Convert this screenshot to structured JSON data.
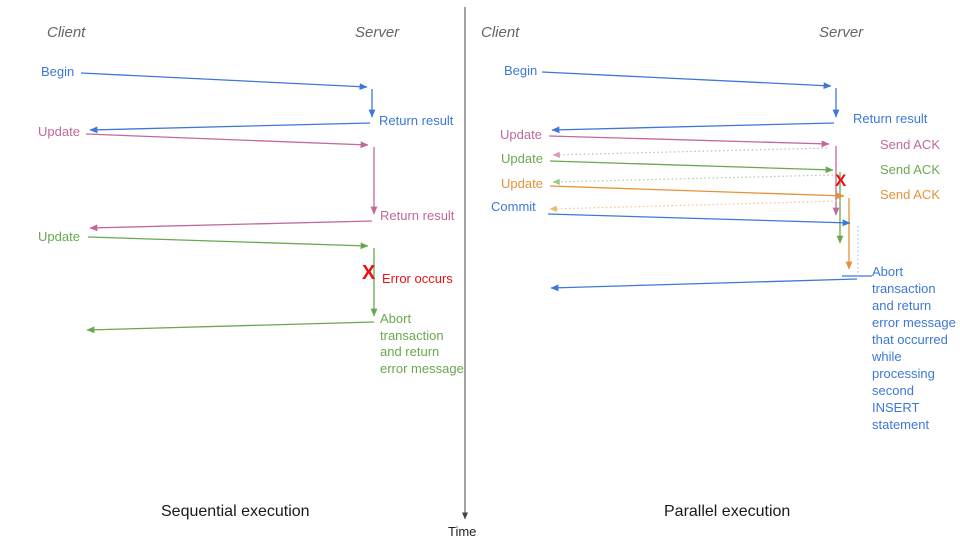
{
  "colors": {
    "blue": "#3C78D8",
    "pink": "#C2689B",
    "green": "#6AA84F",
    "orange": "#E69138",
    "red": "#EE1111",
    "header_gray": "#666666",
    "axis": "#444444"
  },
  "time_axis": {
    "label": "Time"
  },
  "sequential": {
    "caption": "Sequential execution",
    "client_header": "Client",
    "server_header": "Server",
    "begin": "Begin",
    "return_result_1": "Return result",
    "update_1": "Update",
    "return_result_2": "Return result",
    "update_2": "Update",
    "error_mark": "X",
    "error_label": "Error occurs",
    "abort_message": "Abort transaction and return error message"
  },
  "parallel": {
    "caption": "Parallel execution",
    "client_header": "Client",
    "server_header": "Server",
    "begin": "Begin",
    "return_result": "Return result",
    "update_1": "Update",
    "send_ack_1": "Send ACK",
    "update_2": "Update",
    "send_ack_2": "Send ACK",
    "update_3": "Update",
    "send_ack_3": "Send ACK",
    "commit": "Commit",
    "error_mark": "X",
    "abort_message": "Abort transaction and return error message that occurred while processing second INSERT statement"
  }
}
